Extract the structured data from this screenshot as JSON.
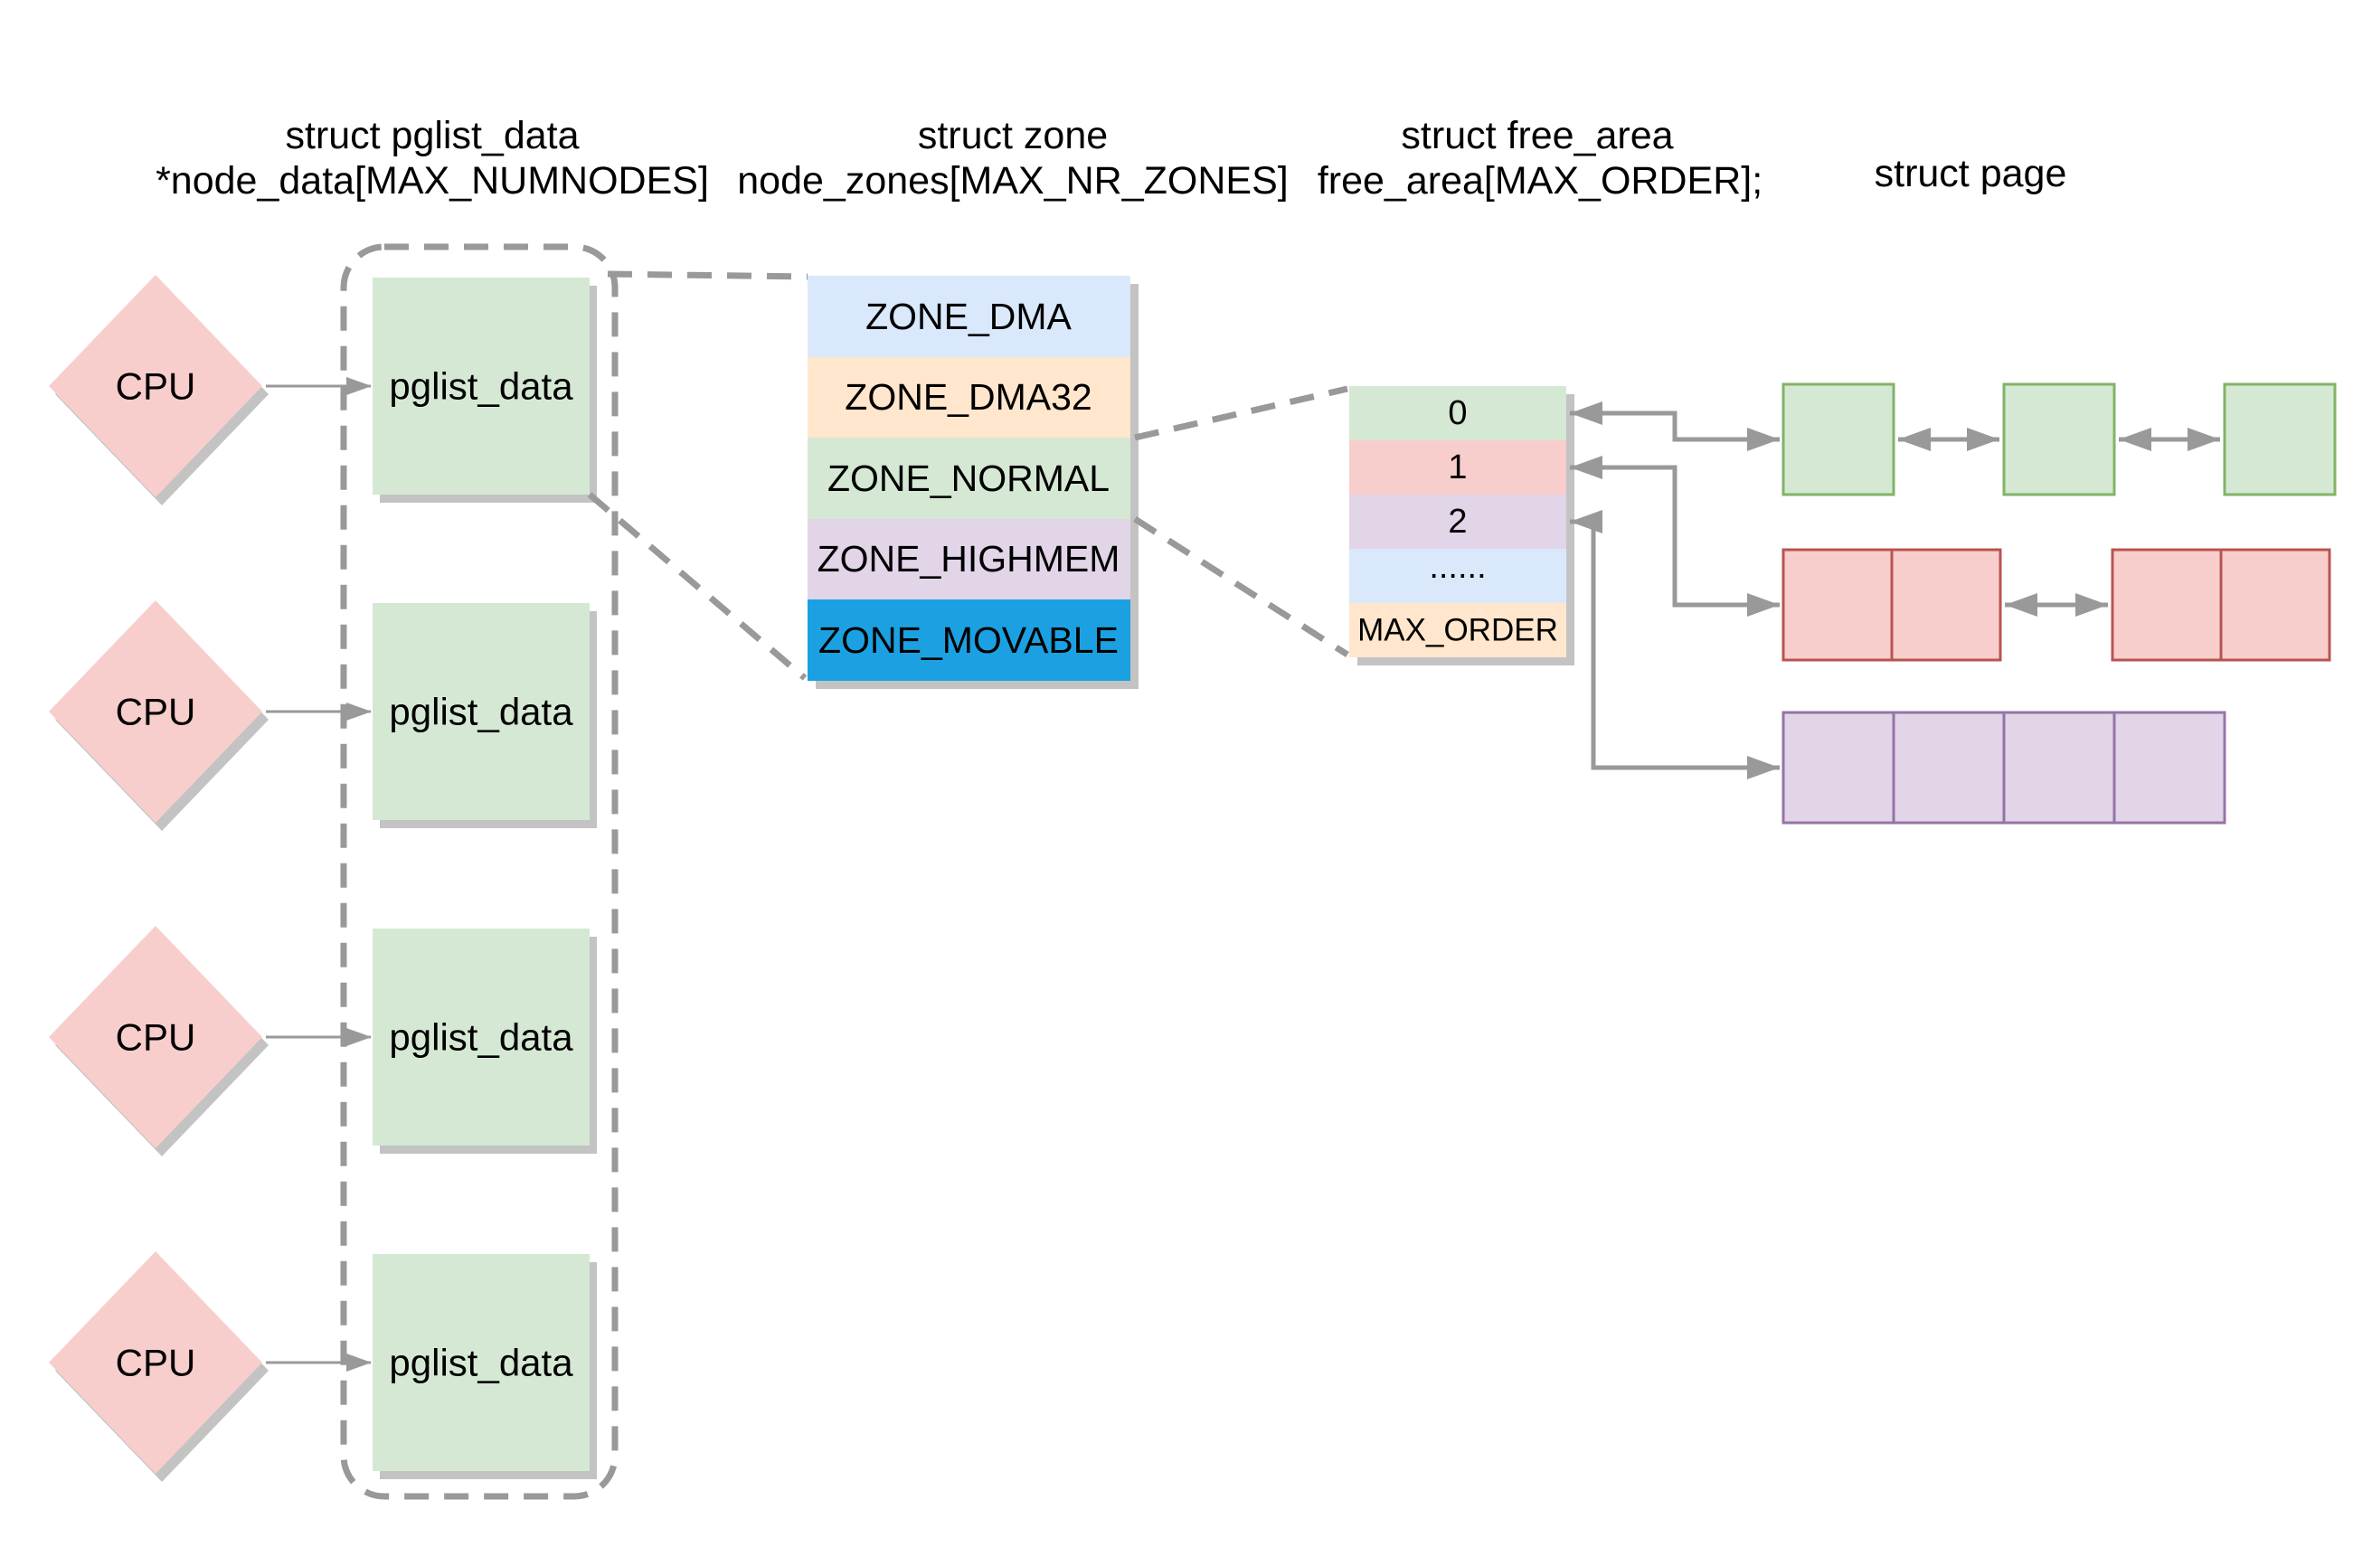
{
  "headers": {
    "pglist_data": {
      "line1": "struct pglist_data",
      "line2": "*node_data[MAX_NUMNODES]"
    },
    "zone": {
      "line1": "struct zone",
      "line2": "node_zones[MAX_NR_ZONES]"
    },
    "free_area": {
      "line1": "struct free_area",
      "line2": "free_area[MAX_ORDER];"
    },
    "page": {
      "line1": "struct page"
    }
  },
  "cpu_column": {
    "fill": "#f8cecc",
    "nodes": [
      {
        "label": "CPU"
      },
      {
        "label": "CPU"
      },
      {
        "label": "CPU"
      },
      {
        "label": "CPU"
      }
    ]
  },
  "node_column": {
    "fill": "#d5e8d4",
    "nodes": [
      {
        "label": "pglist_data"
      },
      {
        "label": "pglist_data"
      },
      {
        "label": "pglist_data"
      },
      {
        "label": "pglist_data"
      }
    ]
  },
  "zone_table": {
    "rows": [
      {
        "label": "ZONE_DMA",
        "fill": "#dae8fc",
        "text_color": "#000000"
      },
      {
        "label": "ZONE_DMA32",
        "fill": "#ffe6cc",
        "text_color": "#000000"
      },
      {
        "label": "ZONE_NORMAL",
        "fill": "#d5e8d4",
        "text_color": "#000000"
      },
      {
        "label": "ZONE_HIGHMEM",
        "fill": "#e1d5e7",
        "text_color": "#000000"
      },
      {
        "label": "ZONE_MOVABLE",
        "fill": "#1ba1e2",
        "text_color": "#ffffff"
      }
    ]
  },
  "free_area_table": {
    "rows": [
      {
        "label": "0",
        "fill": "#d5e8d4"
      },
      {
        "label": "1",
        "fill": "#f8cecc"
      },
      {
        "label": "2",
        "fill": "#e1d5e7"
      },
      {
        "label": "......",
        "fill": "#dae8fc"
      },
      {
        "label": "MAX_ORDER",
        "fill": "#ffe6cc"
      }
    ]
  },
  "page_chains": {
    "order0_pages": {
      "fill": "#d5e8d4",
      "stroke": "#82b366",
      "blocks": 3,
      "cells_per_block": 1
    },
    "order1_pages": {
      "fill": "#f8cecc",
      "stroke": "#b85450",
      "blocks": 2,
      "cells_per_block": 2
    },
    "order2_pages": {
      "fill": "#e1d5e7",
      "stroke": "#9673a6",
      "blocks": 1,
      "cells_per_block": 4
    }
  },
  "connector_color": "#999999"
}
